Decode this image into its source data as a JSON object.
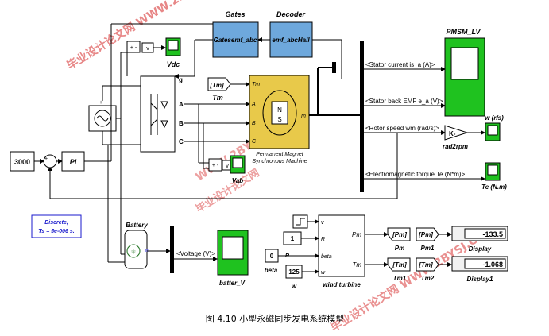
{
  "watermarks": {
    "top": "毕业设计论文网 WWW.2BYSJ.CN",
    "mid": "WWW.2BYSJ.CN",
    "left": "毕业设计论文网",
    "bottom": "毕业设计论文网 WWW.2BYSJ.CN"
  },
  "blocks": {
    "gates_title": "Gates",
    "gates_label": "Gatesemf_abc",
    "decoder_title": "Decoder",
    "decoder_label": "emf_abcHall",
    "pmsm_scope_title": "PMSM_LV",
    "vdc_label": "Vdc",
    "vab_label": "Vab",
    "v_port": "v",
    "tm_from": "[Tm]",
    "tm_label": "Tm",
    "machine_label1": "Permanent Magnet",
    "machine_label2": "Synchronous Machine",
    "machine_port_tm": "Tm",
    "machine_port_a": "A",
    "machine_port_b": "B",
    "machine_port_c": "C",
    "machine_port_m": "m",
    "magnet_n": "N",
    "magnet_s": "S",
    "inverter_g": "g",
    "inverter_a": "A",
    "inverter_b": "B",
    "inverter_c": "C",
    "step_value": "3000",
    "pi_label": "PI",
    "sum_plus": "+",
    "sum_minus": "-",
    "discrete_line1": "Discrete,",
    "discrete_line2": "Ts = 5e-006 s.",
    "battery_label": "Battery",
    "battery_m": "m",
    "voltage_signal": "<Voltage (V)>",
    "batter_scope": "batter_V",
    "sig_is": "<Stator current is_a (A)>",
    "sig_emf": "<Stator back EMF e_a (V)>",
    "sig_wm": "<Rotor speed wm (rad/s)>",
    "sig_te": "<Electromagnetic torque Te (N*m)>",
    "gain_label": "K-",
    "rad2rpm": "rad2rpm",
    "w_scope": "w (r/s)",
    "te_scope": "Te (N.m)",
    "const1": "1",
    "const0": "0",
    "const125": "125",
    "beta_label": "beta",
    "w_label": "w",
    "turb_v": "v",
    "turb_r": "R",
    "turb_beta": "beta",
    "turb_w": "w",
    "turb_pm": "Pm",
    "turb_tm": "Tm",
    "turb_label": "wind turbine",
    "goto_pm": "[Pm]",
    "goto_pm_label": "Pm",
    "goto_tm": "[Tm]",
    "goto_tm_label": "Tm1",
    "from_pm": "[Pm]",
    "from_pm_label": "Pm1",
    "from_tm": "[Tm]",
    "from_tm_label": "Tm2",
    "display_value": "-133.5",
    "display_label": "Display",
    "display1_value": "-1.068",
    "display1_label": "Display1",
    "R_label": "R"
  },
  "caption": "图 4.10 小型永磁同步发电系统模型",
  "colors": {
    "gates_fill": "#6ea8dc",
    "scope_green": "#1fc21f",
    "machine_yellow": "#e8c94a",
    "discrete_blue": "#1a1acc",
    "watermark_red": "#d94040"
  }
}
